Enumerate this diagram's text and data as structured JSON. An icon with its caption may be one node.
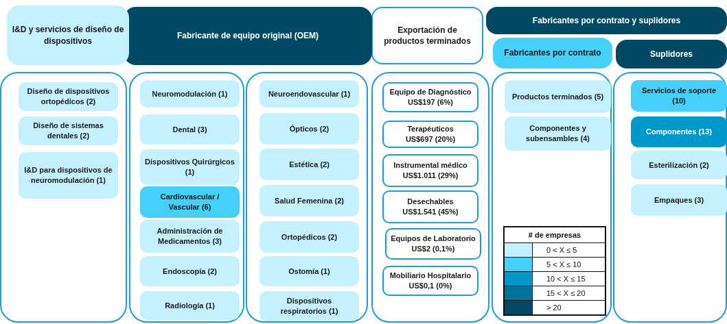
{
  "diagram": {
    "nodes": [
      {
        "text": [
          "I&D y servicios de diseño de dispositivos"
        ]
      },
      {
        "text": [
          "Fabricante de equipo original (OEM)"
        ]
      },
      {
        "text": [
          "Exportación de productos terminados"
        ]
      },
      {
        "text": [
          "Fabricantes por contrato y suplidores"
        ]
      },
      {
        "text": [
          "Fabricantes por contrato"
        ]
      },
      {
        "text": [
          "Suplidores"
        ]
      },
      {
        "text": [],
        "shape": "box"
      },
      {
        "text": [
          "Diseño de dispositivos ortopédicos (2)"
        ],
        "in": 6
      },
      {
        "text": [
          "Diseño de sistemas dentales (2)"
        ],
        "in": 6
      },
      {
        "text": [
          "I&D para dispositivos de neuromodulación (1)"
        ],
        "in": 6
      },
      {
        "text": [],
        "shape": "box"
      },
      {
        "text": [
          "Neuromodulación (1)"
        ],
        "in": 10
      },
      {
        "text": [
          "Dental (3)"
        ],
        "in": 10
      },
      {
        "text": [
          "Dispositivos Quirúrgicos (1)"
        ],
        "in": 10
      },
      {
        "text": [
          "Cardiovascular / Vascular (6)"
        ],
        "in": 10
      },
      {
        "text": [
          "Administración de Medicamentos (3)"
        ],
        "in": 10
      },
      {
        "text": [
          "Endoscopía (2)"
        ],
        "in": 10
      },
      {
        "text": [
          "Radiología (1)"
        ],
        "in": 10
      },
      {
        "text": [],
        "shape": "box"
      },
      {
        "text": [
          "Neuroendovascular (1)"
        ],
        "in": 18
      },
      {
        "text": [
          "Ópticos (2)"
        ],
        "in": 18
      },
      {
        "text": [
          "Estética (2)"
        ],
        "in": 18
      },
      {
        "text": [
          "Salud Femenina (2)"
        ],
        "in": 18
      },
      {
        "text": [
          "Ortopédicos (2)"
        ],
        "in": 18
      },
      {
        "text": [
          "Ostomía (1)"
        ],
        "in": 18
      },
      {
        "text": [
          "Dispositivos respiratorios (1)"
        ],
        "in": 18
      },
      {
        "text": [],
        "shape": "box"
      },
      {
        "text": [
          "Equipo de Diagnóstico",
          "US$197 (6%)"
        ],
        "in": 26
      },
      {
        "text": [
          "Terapéuticos",
          "US$697 (20%)"
        ],
        "in": 26
      },
      {
        "text": [
          "Instrumental médico",
          "US$1.011 (29%)"
        ],
        "in": 26
      },
      {
        "text": [
          "Desechables",
          "US$1.541 (45%)"
        ],
        "in": 26
      },
      {
        "text": [
          "Equipos de Laboratorio",
          "US$2 (0,1%)"
        ],
        "in": 26
      },
      {
        "text": [
          "Mobiliario Hospitalario",
          "US$0,1 (0%)"
        ],
        "in": 26
      },
      {
        "text": [],
        "shape": "box"
      },
      {
        "text": [
          "Productos terminados (5)"
        ],
        "in": 33
      },
      {
        "text": [
          "Componentes y subensambles (4)"
        ],
        "in": 33
      },
      {
        "text": [],
        "shape": "box"
      },
      {
        "text": [
          "Servicios de soporte (10)"
        ],
        "in": 36
      },
      {
        "text": [
          "Componentes (13)"
        ],
        "in": 36
      },
      {
        "text": [
          "Esterilización (2)"
        ],
        "in": 36
      },
      {
        "text": [
          "Empaques (3)"
        ],
        "in": 36
      }
    ],
    "labels": [
      "# de empresas"
    ],
    "legend": [
      {
        "text": "0 < X ≤ 5",
        "color": "#c5f0fd"
      },
      {
        "text": "5 < X ≤ 10",
        "color": "#45d0f9"
      },
      {
        "text": "10 < X ≤ 15",
        "color": "#0099cc"
      },
      {
        "text": "15 < X ≤ 20",
        "color": "#007399"
      },
      {
        "text": "> 20",
        "color": "#004a63"
      }
    ]
  }
}
